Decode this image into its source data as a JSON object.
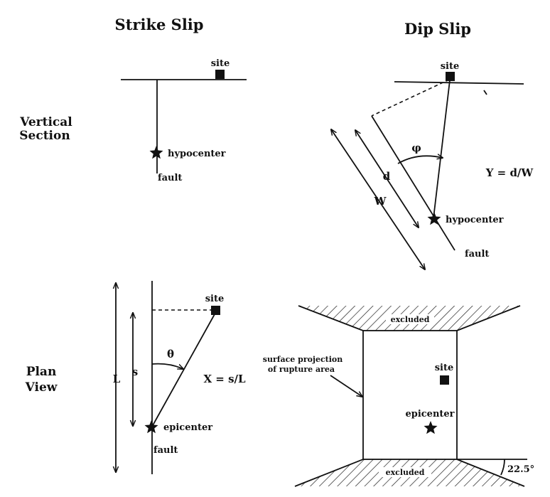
{
  "columns": {
    "strike_slip": "Strike Slip",
    "dip_slip": "Dip Slip"
  },
  "rows": {
    "vertical_section": [
      "Vertical",
      "Section"
    ],
    "plan_view": [
      "Plan",
      "View"
    ]
  },
  "labels": {
    "site": "site",
    "hypocenter": "hypocenter",
    "epicenter": "epicenter",
    "fault": "fault",
    "excluded": "excluded",
    "surface_projection": [
      "surface projection",
      "of rupture area"
    ]
  },
  "symbols": {
    "phi": "φ",
    "theta": "θ",
    "d": "d",
    "W": "W",
    "L": "L",
    "s": "s"
  },
  "formulas": {
    "Y": "Y = d/W",
    "X": "X = s/L"
  },
  "angle": "22.5°"
}
